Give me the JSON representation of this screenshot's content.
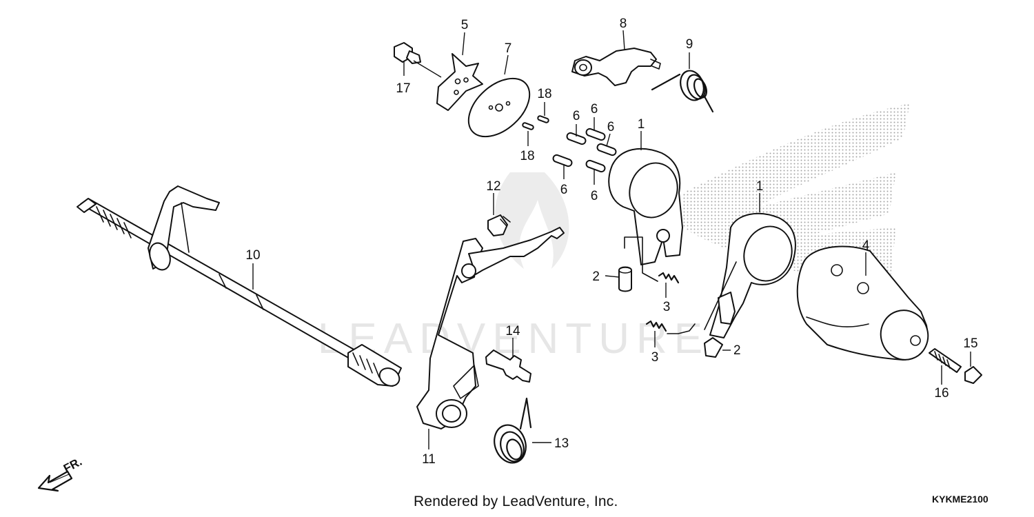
{
  "diagram": {
    "callouts": {
      "p1a": "1",
      "p1b": "1",
      "p2a": "2",
      "p2b": "2",
      "p3a": "3",
      "p3b": "3",
      "p4": "4",
      "p5": "5",
      "p6a": "6",
      "p6b": "6",
      "p6c": "6",
      "p6d": "6",
      "p6e": "6",
      "p7": "7",
      "p8": "8",
      "p9": "9",
      "p10": "10",
      "p11": "11",
      "p12": "12",
      "p13": "13",
      "p14": "14",
      "p15": "15",
      "p16": "16",
      "p17": "17",
      "p18a": "18",
      "p18b": "18"
    },
    "direction_label": "FR.",
    "watermark": "LEADVENTURE",
    "footer_credit": "Rendered by LeadVenture, Inc.",
    "diagram_code": "KYKME2100"
  },
  "colors": {
    "ink": "#111111",
    "halftone": "#9a9a9a",
    "watermark": "#e6e6e6"
  }
}
